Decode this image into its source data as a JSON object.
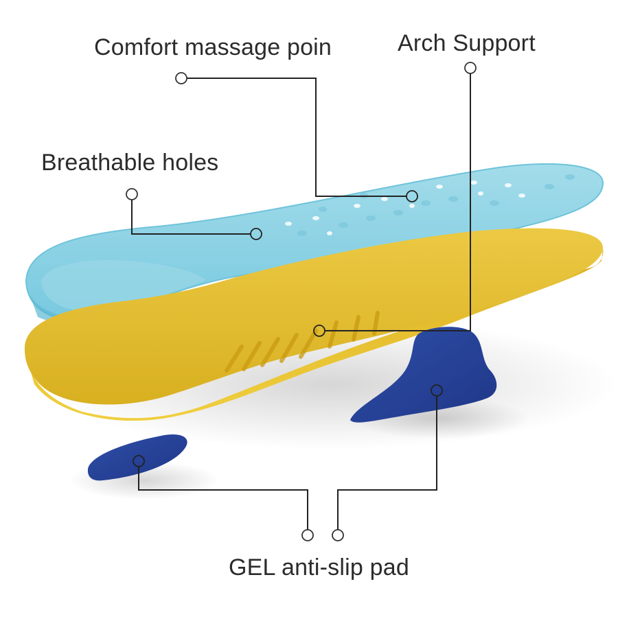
{
  "labels": {
    "comfort_massage": "Comfort massage poin",
    "arch_support": "Arch Support",
    "breathable_holes": "Breathable holes",
    "gel_pad": "GEL anti-slip pad"
  },
  "colors": {
    "top_layer": "#8fd3e3",
    "top_layer_edge": "#5fbfd8",
    "middle_layer": "#e6c23a",
    "middle_layer_side": "#d9ad1c",
    "gel_pad": "#27439b",
    "leader_line": "#222222"
  }
}
